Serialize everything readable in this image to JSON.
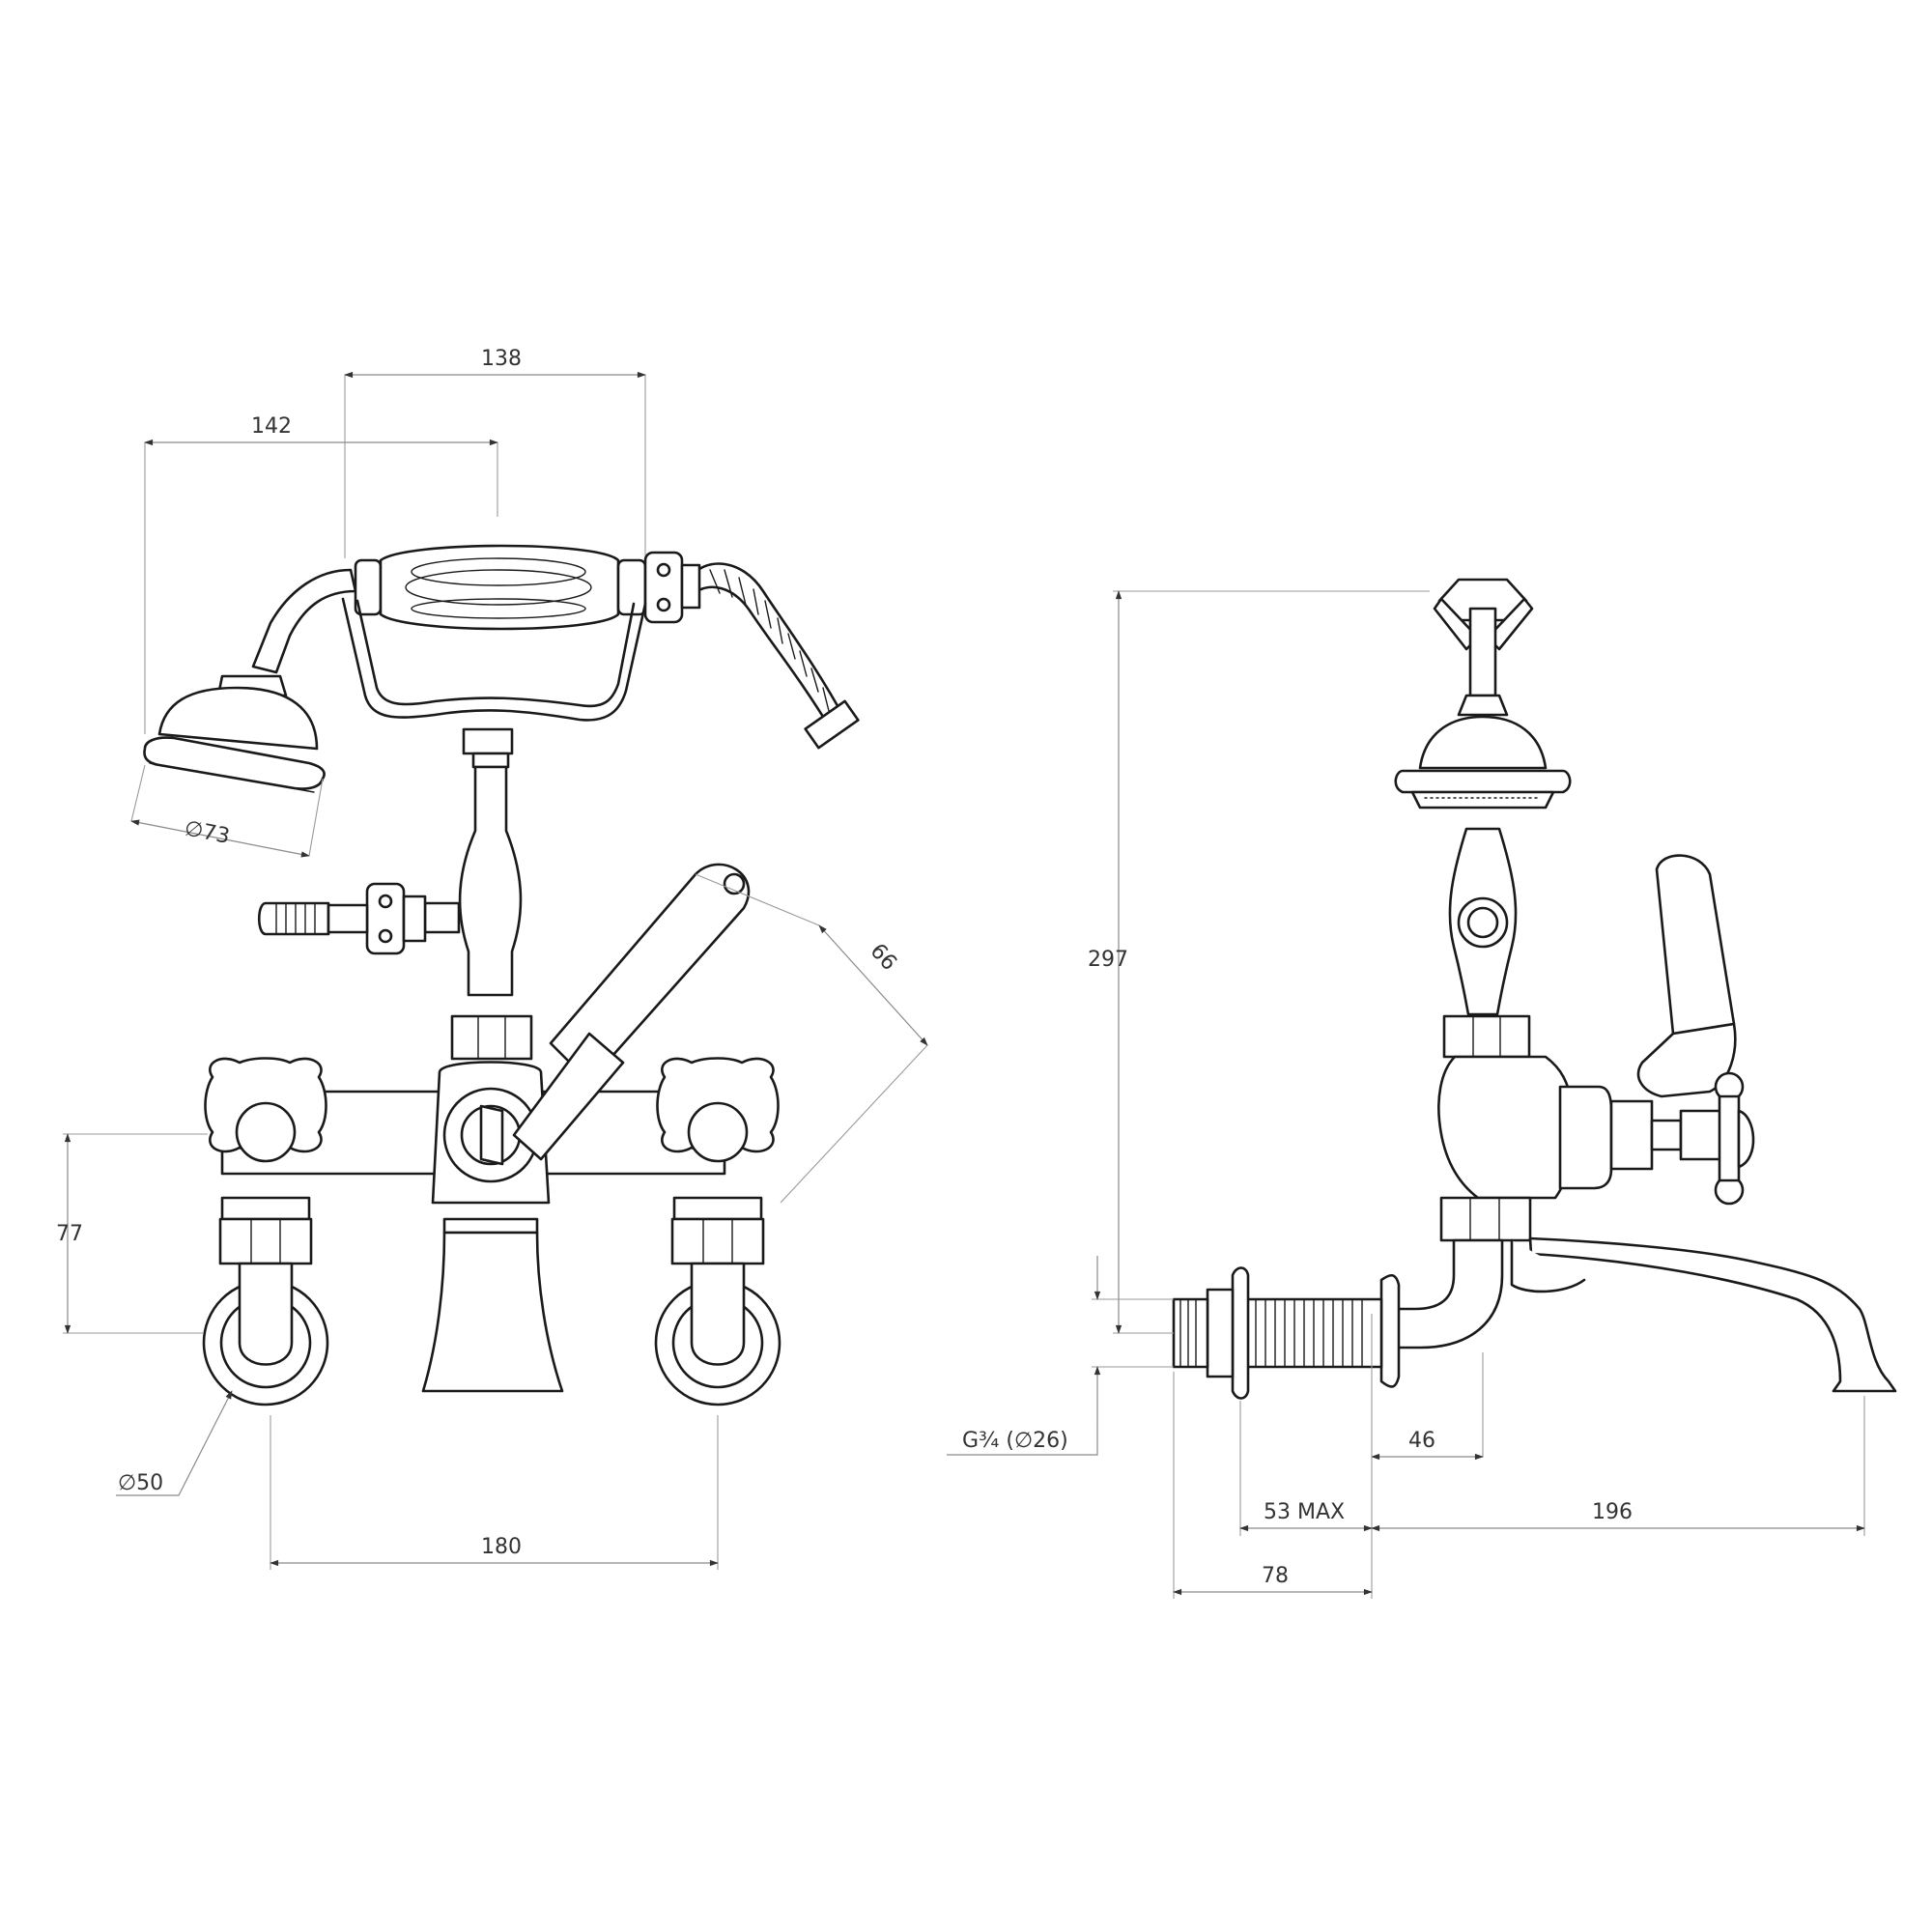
{
  "diagram": {
    "front_view": {
      "dim_138": "138",
      "dim_142": "142",
      "dim_dia73": "∅73",
      "dim_66": "66",
      "dim_77": "77",
      "dim_dia50": "∅50",
      "dim_180": "180"
    },
    "side_view": {
      "dim_297": "297",
      "dim_thread": "G¾ (∅26)",
      "dim_46": "46",
      "dim_53max": "53 MAX",
      "dim_196": "196",
      "dim_78": "78"
    },
    "colors": {
      "line": "#1a1a1a",
      "dimension": "#8a8a8a",
      "background": "#ffffff"
    }
  }
}
